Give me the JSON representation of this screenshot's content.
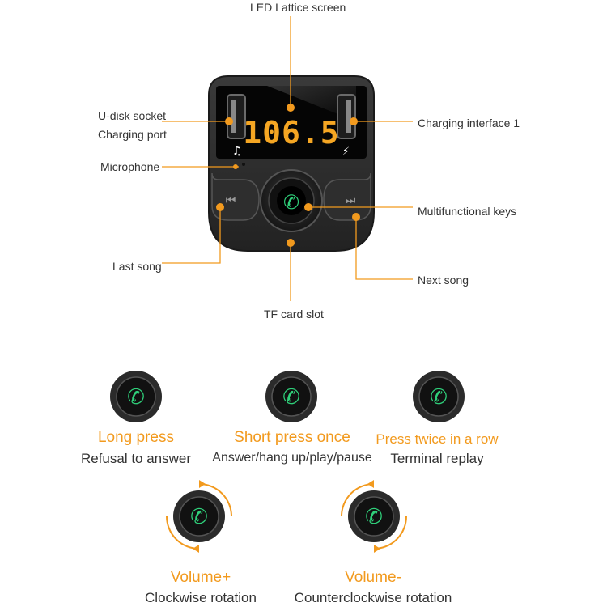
{
  "device": {
    "display_reading": "106.5"
  },
  "callouts": {
    "led_screen": "LED Lattice screen",
    "udisk_socket": "U-disk socket",
    "charging_port": "Charging port",
    "charging_interface": "Charging interface 1",
    "microphone": "Microphone",
    "multifunctional_keys": "Multifunctional keys",
    "last_song": "Last song",
    "next_song": "Next song",
    "tf_card_slot": "TF card slot"
  },
  "functions": [
    {
      "title": "Long press",
      "description": "Refusal to answer"
    },
    {
      "title": "Short press once",
      "description": "Answer/hang up/play/pause"
    },
    {
      "title": "Press twice in a row",
      "description": "Terminal replay"
    },
    {
      "title": "Volume+",
      "description": "Clockwise rotation"
    },
    {
      "title": "Volume-",
      "description": "Counterclockwise rotation"
    }
  ],
  "colors": {
    "accent_orange": "#f29a1e",
    "phone_green": "#2fd07a",
    "device_body": "#2b2b2b"
  }
}
